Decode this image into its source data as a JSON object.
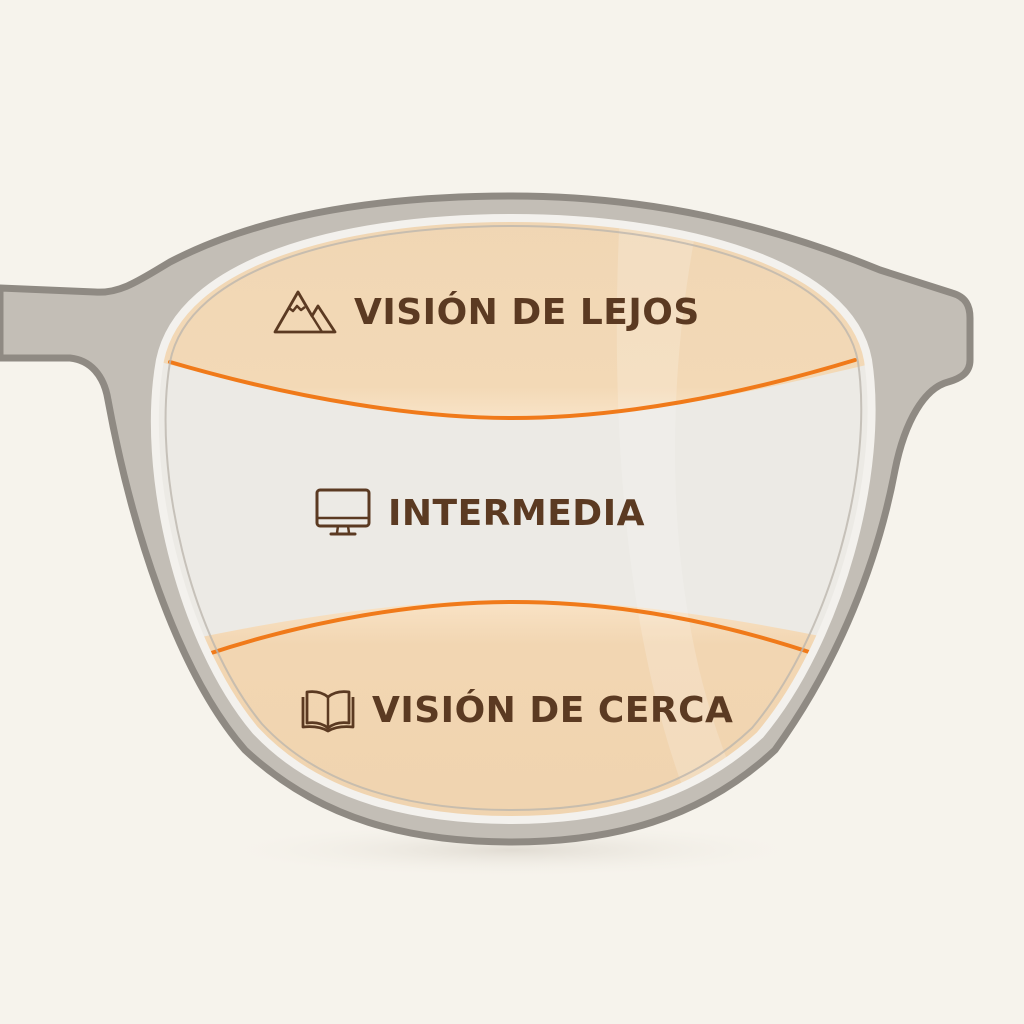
{
  "diagram": {
    "subject": "progressive-lens",
    "colors": {
      "background": "#f6f3ec",
      "frame_fill": "#c3beb6",
      "frame_outline": "#8f8a83",
      "lens_tint": "#f2d6b2",
      "lens_clear": "#eceae5",
      "boundary_line": "#f07a1a",
      "label_text": "#5b3a22"
    },
    "zones": [
      {
        "id": "far",
        "icon": "mountain-icon",
        "label": "VISIÓN DE LEJOS"
      },
      {
        "id": "intermediate",
        "icon": "monitor-icon",
        "label": "INTERMEDIA"
      },
      {
        "id": "near",
        "icon": "open-book-icon",
        "label": "VISIÓN DE CERCA"
      }
    ]
  }
}
